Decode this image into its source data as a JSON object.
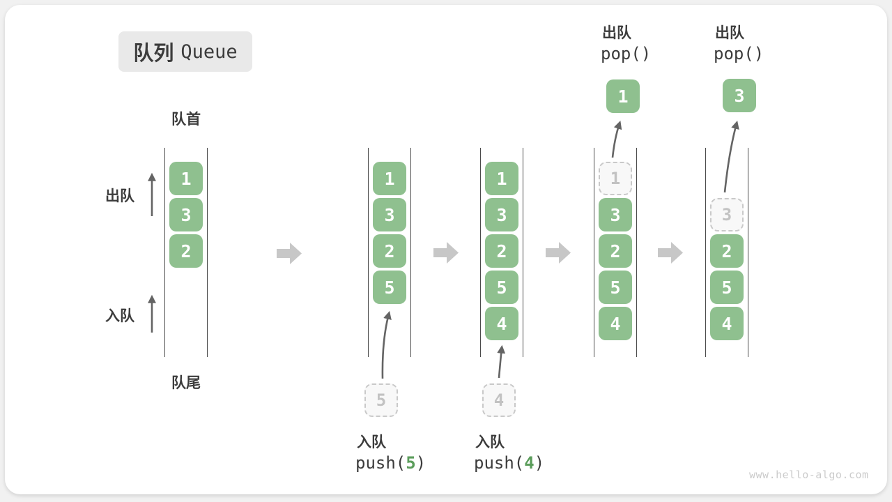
{
  "title": {
    "zh": "队列",
    "en": "Queue"
  },
  "side_labels": {
    "front": "队首",
    "rear": "队尾",
    "dequeue": "出队",
    "enqueue": "入队"
  },
  "queues": {
    "q1": [
      "1",
      "3",
      "2"
    ],
    "q2": [
      "1",
      "3",
      "2",
      "5"
    ],
    "q3": [
      "1",
      "3",
      "2",
      "5",
      "4"
    ],
    "q4_ghost": "1",
    "q4": [
      "3",
      "2",
      "5",
      "4"
    ],
    "q5_ghost": "3",
    "q5": [
      "2",
      "5",
      "4"
    ]
  },
  "pending": {
    "push5": "5",
    "push4": "4"
  },
  "popped": {
    "pop1": "1",
    "pop3": "3"
  },
  "ops": {
    "push5": {
      "label": "入队",
      "code_pre": "push(",
      "arg": "5",
      "code_post": ")"
    },
    "push4": {
      "label": "入队",
      "code_pre": "push(",
      "arg": "4",
      "code_post": ")"
    },
    "pop1": {
      "label": "出队",
      "code": "pop()"
    },
    "pop3": {
      "label": "出队",
      "code": "pop()"
    }
  },
  "watermark": "www.hello-algo.com",
  "colors": {
    "box-green": "#8FC08F",
    "arg-green": "#5B9D5B",
    "arrow-gray": "#C7C7C7",
    "line-dark": "#4A4A4A",
    "text-dark": "#3C3C3C",
    "ghost-border": "#C9C9C9",
    "ghost-bg": "#F8F8F8",
    "ghost-text": "#C2C2C2",
    "title-bg": "#E9E9E9",
    "watermark-gray": "#CBCBCB",
    "stroke-arrow": "#646464"
  }
}
